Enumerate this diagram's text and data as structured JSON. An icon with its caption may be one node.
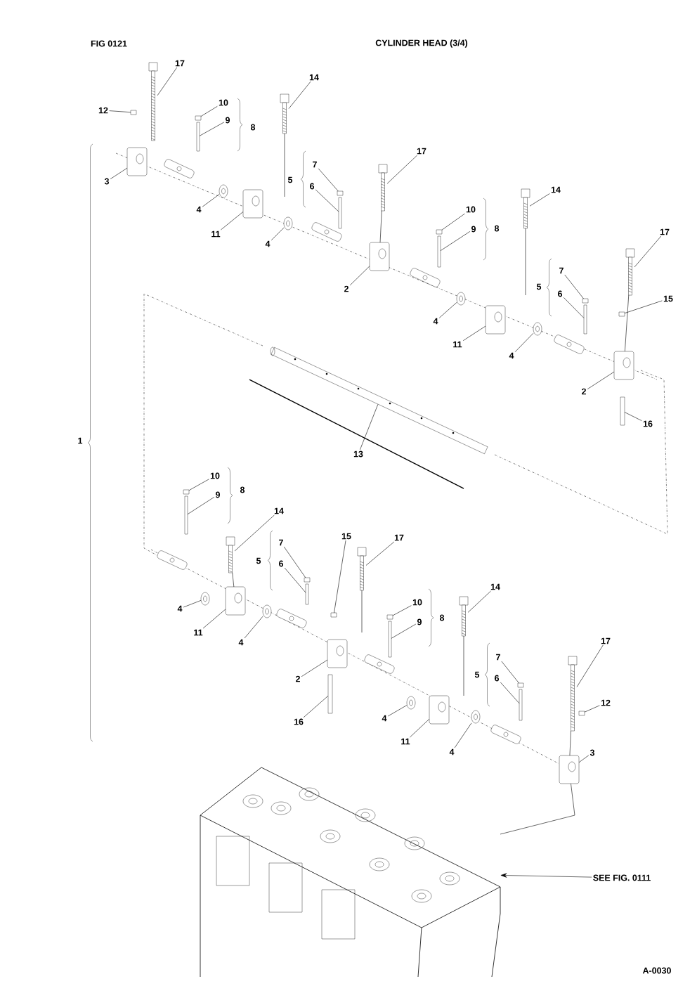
{
  "diagram": {
    "title": "CYLINDER HEAD (3/4)",
    "nodes": [
      {
        "text": [
          "17"
        ]
      },
      {
        "text": [
          "12"
        ]
      },
      {
        "text": [
          "10"
        ]
      },
      {
        "text": [
          "9"
        ]
      },
      {
        "text": [
          "3"
        ]
      },
      {
        "text": [
          "14"
        ]
      },
      {
        "text": [
          "17"
        ]
      },
      {
        "text": [
          "7"
        ]
      },
      {
        "text": [
          "6"
        ]
      },
      {
        "text": [
          "4"
        ]
      },
      {
        "text": [
          "11"
        ]
      },
      {
        "text": [
          "4"
        ]
      },
      {
        "text": [
          "10"
        ]
      },
      {
        "text": [
          "9"
        ]
      },
      {
        "text": [
          "14"
        ]
      },
      {
        "text": [
          "2"
        ]
      },
      {
        "text": [
          "17"
        ]
      },
      {
        "text": [
          "7"
        ]
      },
      {
        "text": [
          "6"
        ]
      },
      {
        "text": [
          "15"
        ]
      },
      {
        "text": [
          "4"
        ]
      },
      {
        "text": [
          "11"
        ]
      },
      {
        "text": [
          "4"
        ]
      },
      {
        "text": [
          "2"
        ]
      },
      {
        "text": [
          "16"
        ]
      },
      {
        "text": [
          "13"
        ]
      },
      {
        "text": [
          "10"
        ]
      },
      {
        "text": [
          "9"
        ]
      },
      {
        "text": [
          "14"
        ]
      },
      {
        "text": [
          "7"
        ]
      },
      {
        "text": [
          "6"
        ]
      },
      {
        "text": [
          "15"
        ]
      },
      {
        "text": [
          "17"
        ]
      },
      {
        "text": [
          "4"
        ]
      },
      {
        "text": [
          "11"
        ]
      },
      {
        "text": [
          "4"
        ]
      },
      {
        "text": [
          "10"
        ]
      },
      {
        "text": [
          "9"
        ]
      },
      {
        "text": [
          "14"
        ]
      },
      {
        "text": [
          "2"
        ]
      },
      {
        "text": [
          "17"
        ]
      },
      {
        "text": [
          "7"
        ]
      },
      {
        "text": [
          "6"
        ]
      },
      {
        "text": [
          "12"
        ]
      },
      {
        "text": [
          "16"
        ]
      },
      {
        "text": [
          "4"
        ]
      },
      {
        "text": [
          "11"
        ]
      },
      {
        "text": [
          "4"
        ]
      },
      {
        "text": [
          "3"
        ]
      },
      {
        "text": [
          "SEE FIG. 0111"
        ]
      },
      {
        "text": [],
        "shape": "picture"
      },
      {
        "text": [],
        "shape": "box"
      },
      {
        "text": [],
        "shape": "box"
      },
      {
        "text": [],
        "shape": "box"
      },
      {
        "text": [],
        "shape": "picture"
      },
      {
        "text": [],
        "shape": "picture"
      },
      {
        "text": [],
        "shape": "picture"
      },
      {
        "text": [],
        "shape": "box"
      },
      {
        "text": [],
        "shape": "box"
      },
      {
        "text": [],
        "shape": "picture"
      },
      {
        "text": [],
        "shape": "picture"
      },
      {
        "text": [],
        "shape": "picture"
      },
      {
        "text": [],
        "shape": "box"
      },
      {
        "text": [],
        "shape": "box"
      },
      {
        "text": [],
        "shape": "picture"
      },
      {
        "text": [],
        "shape": "picture"
      },
      {
        "text": [],
        "shape": "picture"
      },
      {
        "text": [],
        "shape": "box"
      },
      {
        "text": [],
        "shape": "box"
      },
      {
        "text": [],
        "shape": "box"
      },
      {
        "text": [],
        "shape": "picture"
      },
      {
        "text": [],
        "shape": "picture"
      },
      {
        "text": [],
        "shape": "picture"
      },
      {
        "text": [],
        "shape": "picture"
      },
      {
        "text": [],
        "shape": "box"
      },
      {
        "text": [],
        "shape": "picture"
      },
      {
        "text": [],
        "shape": "box"
      },
      {
        "text": [],
        "shape": "box"
      },
      {
        "text": [],
        "shape": "picture"
      },
      {
        "text": [],
        "shape": "box"
      },
      {
        "text": [],
        "shape": "box"
      },
      {
        "text": [],
        "shape": "box"
      },
      {
        "text": [],
        "shape": "picture"
      },
      {
        "text": [],
        "shape": "picture"
      },
      {
        "text": [],
        "shape": "picture"
      },
      {
        "text": [],
        "shape": "picture"
      },
      {
        "text": [],
        "shape": "box"
      },
      {
        "text": [],
        "shape": "box"
      },
      {
        "text": [],
        "shape": "picture"
      },
      {
        "text": [],
        "shape": "picture"
      },
      {
        "text": [],
        "shape": "picture"
      },
      {
        "text": [],
        "shape": "box"
      },
      {
        "text": [],
        "shape": "box"
      },
      {
        "text": [],
        "shape": "box"
      },
      {
        "text": [],
        "shape": "box"
      },
      {
        "text": [],
        "shape": "picture"
      },
      {
        "text": [],
        "shape": "picture"
      },
      {
        "text": [],
        "shape": "picture"
      },
      {
        "text": [],
        "shape": "picture"
      },
      {
        "text": [],
        "shape": "picture"
      }
    ],
    "edges": [
      {
        "from": 0,
        "to": 50,
        "arrow": "none"
      },
      {
        "from": 1,
        "to": 51,
        "arrow": "none"
      },
      {
        "from": 2,
        "to": 52,
        "arrow": "none"
      },
      {
        "from": 3,
        "to": 53,
        "arrow": "none"
      },
      {
        "from": 4,
        "to": 54,
        "arrow": "none"
      },
      {
        "from": 5,
        "to": 55,
        "arrow": "none"
      },
      {
        "from": 6,
        "to": 56,
        "arrow": "none"
      },
      {
        "from": 7,
        "to": 57,
        "arrow": "none"
      },
      {
        "from": 8,
        "to": 58,
        "arrow": "none"
      },
      {
        "from": 9,
        "to": 59,
        "arrow": "none"
      },
      {
        "from": 10,
        "to": 60,
        "arrow": "none"
      },
      {
        "from": 11,
        "to": 61,
        "arrow": "none"
      },
      {
        "from": 12,
        "to": 62,
        "arrow": "none"
      },
      {
        "from": 13,
        "to": 63,
        "arrow": "none"
      },
      {
        "from": 14,
        "to": 64,
        "arrow": "none"
      },
      {
        "from": 15,
        "to": 65,
        "arrow": "none"
      },
      {
        "from": 16,
        "to": 66,
        "arrow": "none"
      },
      {
        "from": 17,
        "to": 67,
        "arrow": "none"
      },
      {
        "from": 18,
        "to": 68,
        "arrow": "none"
      },
      {
        "from": 19,
        "to": 69,
        "arrow": "none"
      },
      {
        "from": 20,
        "to": 70,
        "arrow": "none"
      },
      {
        "from": 21,
        "to": 71,
        "arrow": "none"
      },
      {
        "from": 22,
        "to": 72,
        "arrow": "none"
      },
      {
        "from": 23,
        "to": 73,
        "arrow": "none"
      },
      {
        "from": 24,
        "to": 74,
        "arrow": "none"
      },
      {
        "from": 25,
        "to": 75,
        "arrow": "none"
      },
      {
        "from": 26,
        "to": 76,
        "arrow": "none"
      },
      {
        "from": 27,
        "to": 77,
        "arrow": "none"
      },
      {
        "from": 28,
        "to": 78,
        "arrow": "none"
      },
      {
        "from": 29,
        "to": 79,
        "arrow": "none"
      },
      {
        "from": 30,
        "to": 80,
        "arrow": "none"
      },
      {
        "from": 31,
        "to": 81,
        "arrow": "none"
      },
      {
        "from": 32,
        "to": 82,
        "arrow": "none"
      },
      {
        "from": 33,
        "to": 83,
        "arrow": "none"
      },
      {
        "from": 34,
        "to": 84,
        "arrow": "none"
      },
      {
        "from": 35,
        "to": 85,
        "arrow": "none"
      },
      {
        "from": 36,
        "to": 86,
        "arrow": "none"
      },
      {
        "from": 37,
        "to": 87,
        "arrow": "none"
      },
      {
        "from": 38,
        "to": 88,
        "arrow": "none"
      },
      {
        "from": 39,
        "to": 89,
        "arrow": "none"
      },
      {
        "from": 40,
        "to": 90,
        "arrow": "none"
      },
      {
        "from": 41,
        "to": 91,
        "arrow": "none"
      },
      {
        "from": 42,
        "to": 92,
        "arrow": "none"
      },
      {
        "from": 43,
        "to": 93,
        "arrow": "none"
      },
      {
        "from": 44,
        "to": 94,
        "arrow": "none"
      },
      {
        "from": 45,
        "to": 95,
        "arrow": "none"
      },
      {
        "from": 46,
        "to": 96,
        "arrow": "none"
      },
      {
        "from": 47,
        "to": 97,
        "arrow": "none"
      },
      {
        "from": 48,
        "to": 98,
        "arrow": "none"
      },
      {
        "from": 49,
        "to": 99,
        "arrow": "to"
      },
      {
        "from": 56,
        "to": 65,
        "arrow": "none"
      },
      {
        "from": 66,
        "to": 73,
        "arrow": "none"
      },
      {
        "from": 78,
        "to": 84,
        "arrow": "none"
      },
      {
        "from": 90,
        "to": 98,
        "arrow": "none"
      },
      {
        "from": 98,
        "to": 99,
        "arrow": "none"
      }
    ],
    "labels": [
      "FIG 0121",
      "8",
      "5",
      "8",
      "5",
      "1",
      "8",
      "5",
      "8",
      "5",
      "A-0030"
    ]
  }
}
